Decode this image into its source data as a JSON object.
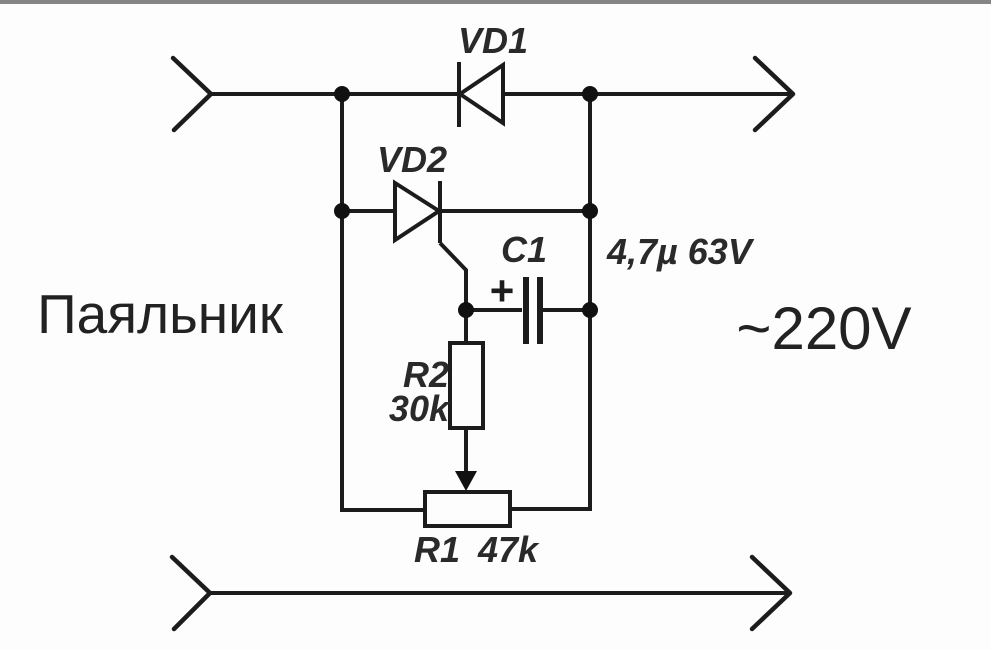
{
  "diagram": {
    "type": "circuit-schematic",
    "description_visible_text_only": true,
    "labels": {
      "load": "Паяльник",
      "mains": "~220V"
    },
    "components": {
      "vd1": {
        "label": "VD1",
        "kind": "diode"
      },
      "vd2": {
        "label": "VD2",
        "kind": "thyristor"
      },
      "c1": {
        "label": "C1",
        "value": "4,7µ 63V",
        "polarity": "+",
        "kind": "polarized-capacitor"
      },
      "r2": {
        "label": "R2",
        "value": "30k",
        "kind": "resistor"
      },
      "r1": {
        "label": "R1",
        "value": "47k",
        "kind": "potentiometer"
      }
    },
    "colors": {
      "line": "#1c1c1c",
      "text": "#2a2a2a",
      "background": "#fdfdfd",
      "top_border": "#858585"
    }
  }
}
